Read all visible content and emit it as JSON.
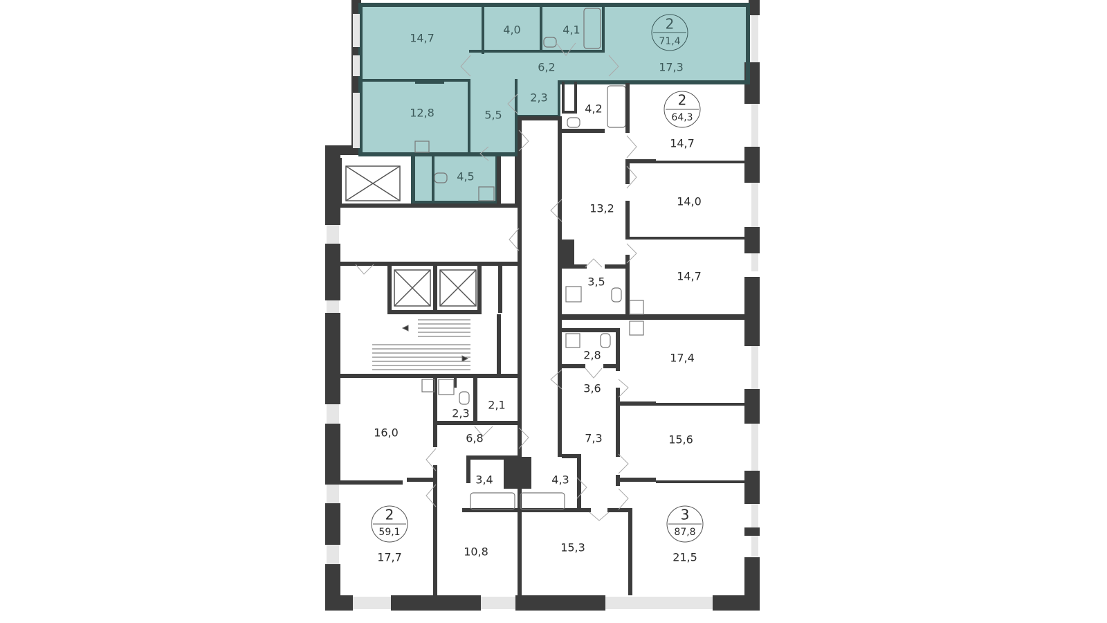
{
  "colors": {
    "wall": "#3c3c3c",
    "highlight_fill": "#a9d1d0",
    "highlight_wall": "#325050",
    "window": "#e6e6e6",
    "background": "#ffffff"
  },
  "apartments": [
    {
      "id": "apt-a",
      "rooms": "2",
      "area": "71,4",
      "highlighted": true
    },
    {
      "id": "apt-b",
      "rooms": "2",
      "area": "64,3",
      "highlighted": false
    },
    {
      "id": "apt-c",
      "rooms": "2",
      "area": "59,1",
      "highlighted": false
    },
    {
      "id": "apt-d",
      "rooms": "3",
      "area": "87,8",
      "highlighted": false
    }
  ],
  "rooms": [
    {
      "label": "14,7",
      "highlighted": true
    },
    {
      "label": "4,0",
      "highlighted": true
    },
    {
      "label": "4,1",
      "highlighted": true
    },
    {
      "label": "6,2",
      "highlighted": true
    },
    {
      "label": "17,3",
      "highlighted": true
    },
    {
      "label": "12,8",
      "highlighted": true
    },
    {
      "label": "2,3",
      "highlighted": true
    },
    {
      "label": "5,5",
      "highlighted": true
    },
    {
      "label": "4,5",
      "highlighted": true
    },
    {
      "label": "4,2",
      "highlighted": false
    },
    {
      "label": "14,7",
      "highlighted": false
    },
    {
      "label": "14,0",
      "highlighted": false
    },
    {
      "label": "13,2",
      "highlighted": false
    },
    {
      "label": "3,5",
      "highlighted": false
    },
    {
      "label": "14,7",
      "highlighted": false
    },
    {
      "label": "2,8",
      "highlighted": false
    },
    {
      "label": "17,4",
      "highlighted": false
    },
    {
      "label": "3,6",
      "highlighted": false
    },
    {
      "label": "7,3",
      "highlighted": false
    },
    {
      "label": "15,6",
      "highlighted": false
    },
    {
      "label": "16,0",
      "highlighted": false
    },
    {
      "label": "2,3",
      "highlighted": false
    },
    {
      "label": "2,1",
      "highlighted": false
    },
    {
      "label": "6,8",
      "highlighted": false
    },
    {
      "label": "3,4",
      "highlighted": false
    },
    {
      "label": "4,3",
      "highlighted": false
    },
    {
      "label": "17,7",
      "highlighted": false
    },
    {
      "label": "10,8",
      "highlighted": false
    },
    {
      "label": "15,3",
      "highlighted": false
    },
    {
      "label": "21,5",
      "highlighted": false
    }
  ]
}
